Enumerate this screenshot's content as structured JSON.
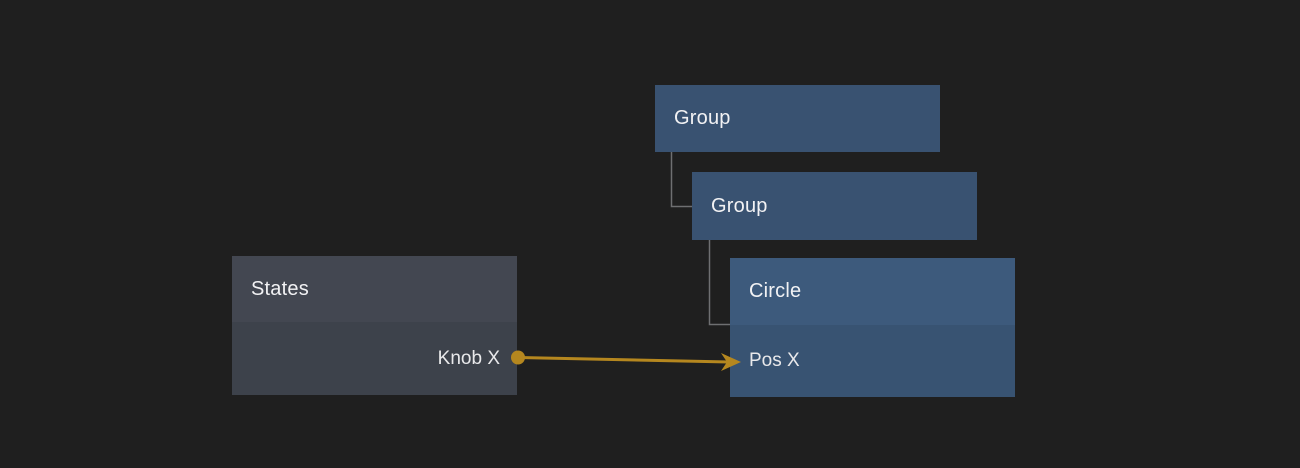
{
  "canvas": {
    "background_color": "#1f1f1f"
  },
  "connectors": {
    "hierarchy_color": "#6e6f71",
    "wire_color": "#b5871f"
  },
  "connection": {
    "from_node": "States",
    "from_attribute": "Knob X",
    "to_node": "Circle",
    "to_attribute": "Pos X"
  },
  "nodes": {
    "group_top": {
      "label": "Group",
      "color": "#395271"
    },
    "group_child": {
      "label": "Group",
      "color": "#395271"
    },
    "circle": {
      "label": "Circle",
      "header_color": "#3d5a7c",
      "body_color": "#385372",
      "attributes": [
        {
          "label": "Pos X"
        }
      ]
    },
    "states": {
      "label": "States",
      "header_color": "#434751",
      "body_color": "#3d424b",
      "attributes": [
        {
          "label": "Knob X"
        }
      ]
    }
  }
}
